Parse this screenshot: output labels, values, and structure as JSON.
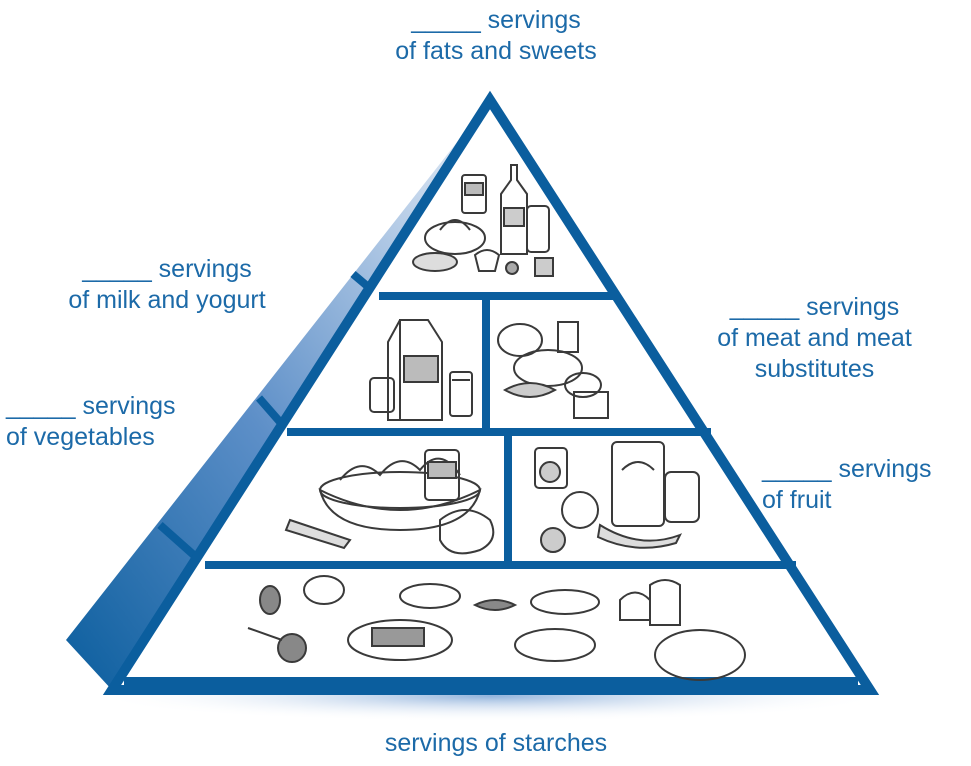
{
  "colors": {
    "label_text": "#1c6aa8",
    "pyramid_outline": "#0b5e9e",
    "shadow": "#9cbbe0",
    "drawing_ink": "#3a3a3a"
  },
  "labels": {
    "fats_sweets": {
      "line1": "_____ servings",
      "line2": "of fats and sweets"
    },
    "milk_yogurt": {
      "line1": "_____ servings",
      "line2": "of milk and yogurt"
    },
    "vegetables": {
      "line1": "_____ servings",
      "line2": "of vegetables"
    },
    "meat": {
      "line1": "_____ servings",
      "line2": "of meat and meat",
      "line3": "substitutes"
    },
    "fruit": {
      "line1": "_____ servings",
      "line2": "of fruit"
    },
    "starches": {
      "line1": "servings of starches"
    }
  }
}
